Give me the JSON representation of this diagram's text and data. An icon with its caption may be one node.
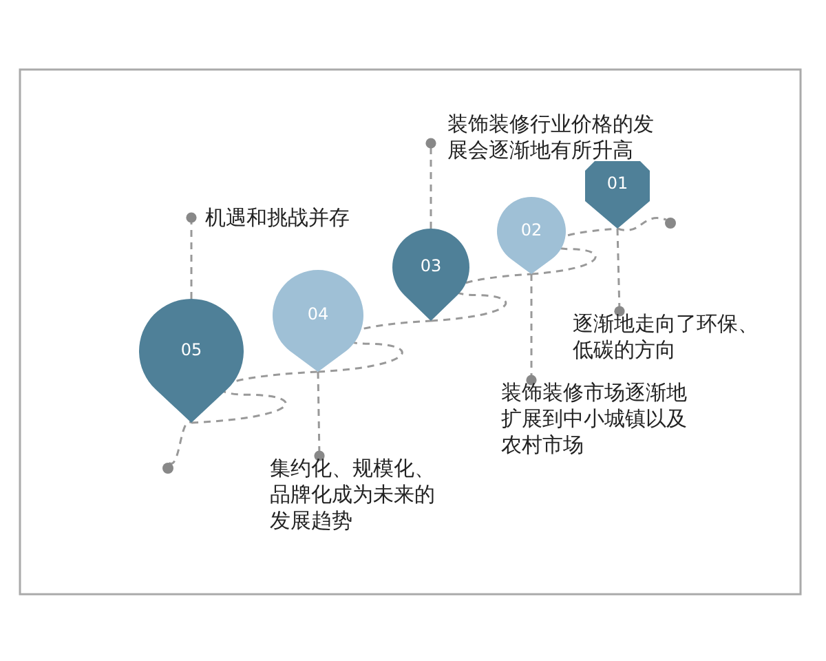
{
  "diagram": {
    "nodes": [
      {
        "text": [
          "装饰装修行业价格的发展会逐渐地有所升高"
        ]
      },
      {
        "text": [
          "01"
        ]
      },
      {
        "text": [
          "02"
        ]
      },
      {
        "text": [
          "机遇和挑战并存"
        ]
      },
      {
        "text": [
          "03"
        ]
      },
      {
        "text": [
          "04"
        ]
      },
      {
        "text": [
          "05"
        ]
      },
      {
        "text": [
          "逐渐地走向了环保、低碳的方向"
        ]
      },
      {
        "text": [
          "装饰装修市场逐渐地扩展到中小城镇以及农村市场"
        ]
      },
      {
        "text": [
          "集约化、规模化、品牌化成为未来的发展趋势"
        ]
      },
      {
        "text": [],
        "shape": "circle"
      },
      {
        "text": [],
        "shape": "circle"
      }
    ],
    "edges": [
      {
        "from": 4,
        "to": 0,
        "arrow": "other"
      },
      {
        "from": 6,
        "to": 3,
        "arrow": "other"
      },
      {
        "from": 1,
        "to": 7,
        "arrow": "other"
      },
      {
        "from": 2,
        "to": 8,
        "arrow": "other"
      },
      {
        "from": 5,
        "to": 9,
        "arrow": "other"
      },
      {
        "from": 10,
        "to": 6,
        "arrow": "none"
      },
      {
        "from": 6,
        "to": 5,
        "arrow": "none"
      },
      {
        "from": 5,
        "to": 4,
        "arrow": "none"
      },
      {
        "from": 4,
        "to": 2,
        "arrow": "none"
      },
      {
        "from": 2,
        "to": 1,
        "arrow": "none"
      },
      {
        "from": 1,
        "to": 11,
        "arrow": "none"
      }
    ]
  }
}
